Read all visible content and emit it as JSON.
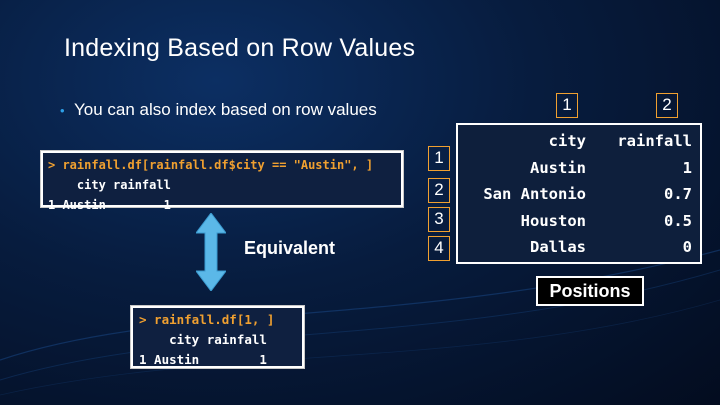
{
  "slide": {
    "title": "Indexing Based on Row Values",
    "bullet": "You can also index based on row values",
    "equivalent_label": "Equivalent",
    "positions_label": "Positions"
  },
  "console_main": {
    "command": "> rainfall.df[rainfall.df$city == \"Austin\", ]",
    "header": "    city rainfall",
    "row": "1 Austin        1"
  },
  "console_pos": {
    "command": "> rainfall.df[1, ]",
    "header": "    city rainfall",
    "row": "1 Austin        1"
  },
  "table": {
    "headers": [
      "city",
      "rainfall"
    ],
    "rows": [
      {
        "city": "Austin",
        "rainfall": "1"
      },
      {
        "city": "San Antonio",
        "rainfall": "0.7"
      },
      {
        "city": "Houston",
        "rainfall": "0.5"
      },
      {
        "city": "Dallas",
        "rainfall": "0"
      }
    ],
    "column_positions": [
      "1",
      "2"
    ],
    "row_positions": [
      "1",
      "2",
      "3",
      "4"
    ]
  },
  "colors": {
    "accent_orange": "#f0a030",
    "arrow_blue": "#5bb8e8",
    "bullet_blue": "#2ea0e8"
  }
}
